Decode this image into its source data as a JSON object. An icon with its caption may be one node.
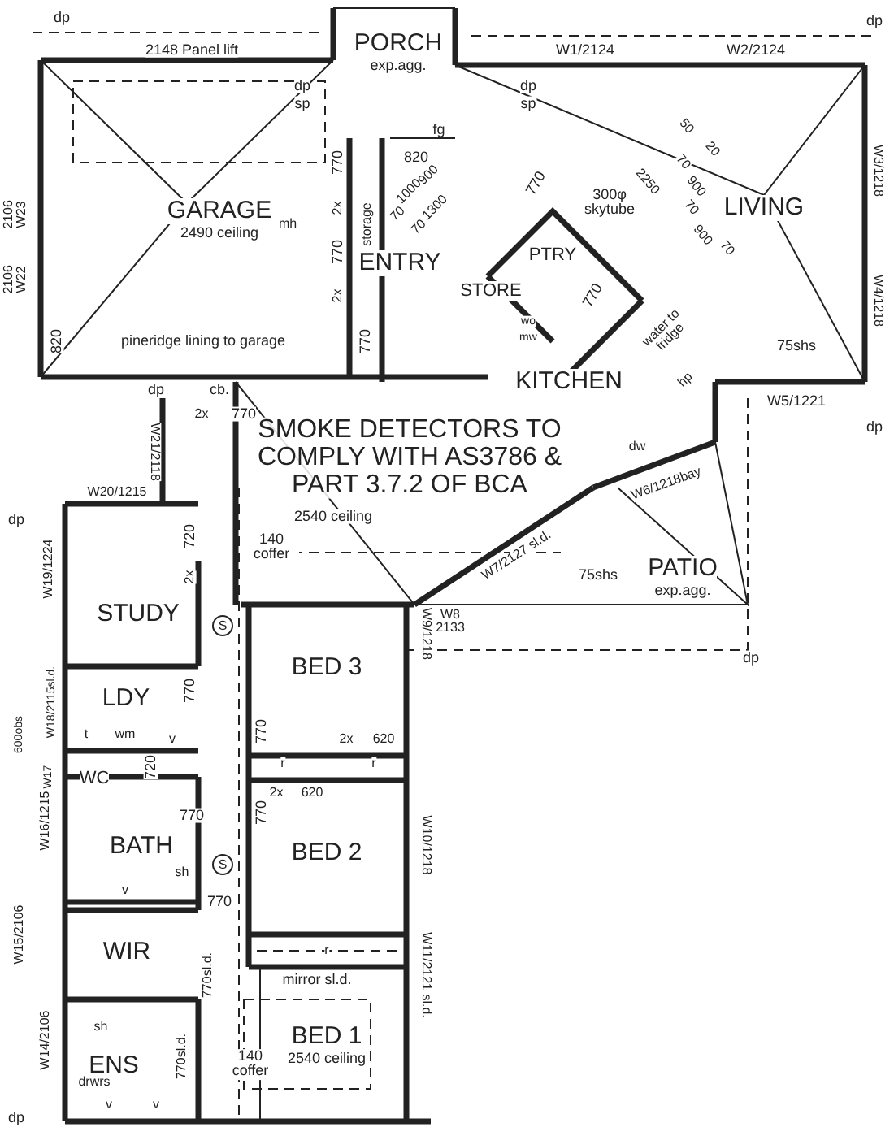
{
  "diagram": {
    "nodes": [
      {
        "text": [
          "PORCH",
          "exp.agg."
        ]
      },
      {
        "text": [
          "GARAGE",
          "2490 ceiling"
        ]
      },
      {
        "text": [
          "ENTRY"
        ]
      },
      {
        "text": [
          "LIVING"
        ]
      },
      {
        "text": [
          "STORE"
        ]
      },
      {
        "text": [
          "PTRY"
        ]
      },
      {
        "text": [
          "KITCHEN"
        ]
      },
      {
        "text": [
          "PATIO",
          "exp.agg."
        ]
      },
      {
        "text": [
          "STUDY"
        ]
      },
      {
        "text": [
          "LDY"
        ]
      },
      {
        "text": [
          "WC"
        ]
      },
      {
        "text": [
          "BATH"
        ]
      },
      {
        "text": [
          "BED 3"
        ]
      },
      {
        "text": [
          "BED 2"
        ]
      },
      {
        "text": [
          "WIR"
        ]
      },
      {
        "text": [
          "ENS"
        ]
      },
      {
        "text": [
          "BED 1",
          "2540 ceiling"
        ]
      }
    ],
    "labels": [
      "dp",
      "2148 Panel lift",
      "dp",
      "W1/2124",
      "W2/2124",
      "dp",
      "sp",
      "dp",
      "sp",
      "fg",
      "820",
      "770",
      "2x",
      "storage",
      "770",
      "2x",
      "mh",
      "2106 W23",
      "2106 W22",
      "820",
      "pineridge lining to garage",
      "770",
      "1000",
      "900",
      "70",
      "1300",
      "70",
      "770",
      "300φ skytube",
      "50",
      "20",
      "70",
      "2250",
      "900",
      "70",
      "900",
      "70",
      "W3/1218",
      "W4/1218",
      "75shs",
      "770",
      "water to fridge",
      "wo",
      "mw",
      "hp",
      "dw",
      "W5/1221",
      "W6/1218bay",
      "dp",
      "dp",
      "cb.",
      "2x",
      "770",
      "W21/2118",
      "W20/1215",
      "SMOKE DETECTORS TO COMPLY WITH AS3786 & PART 3.7.2 OF BCA",
      "2540 ceiling",
      "140 coffer",
      "75shs",
      "W7/2127 sl.d.",
      "W8 2133",
      "dp",
      "dp",
      "W19/1224",
      "720",
      "2x",
      "S",
      "W9/1218",
      "770",
      "t",
      "wm",
      "v",
      "W18/2115sl.d.",
      "770",
      "2x",
      "620",
      "600obs",
      "W17",
      "720",
      "r",
      "r",
      "2x",
      "620",
      "770",
      "770",
      "W16/1215",
      "sh",
      "v",
      "S",
      "770",
      "W10/1218",
      "W15/2106",
      "770sl.d.",
      "r",
      "mirror sl.d.",
      "sh",
      "W14/2106",
      "770sl.d.",
      "drwrs",
      "v",
      "v",
      "140 coffer",
      "W11/2121 sl.d.",
      "dp"
    ]
  }
}
